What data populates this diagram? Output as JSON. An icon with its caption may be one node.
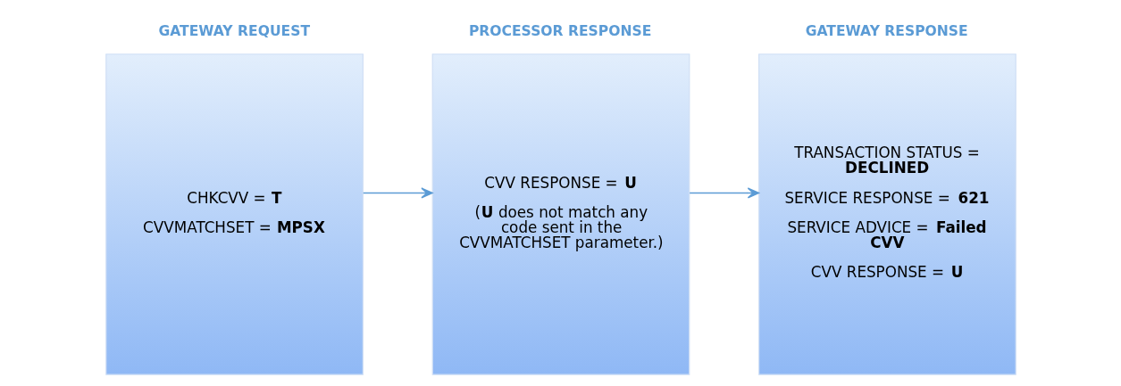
{
  "diagram": {
    "nodes": [
      {
        "text": [
          "GATEWAY REQUEST",
          "CHKCVV = **T**",
          "CVVMATCHSET = **MPSX**"
        ]
      },
      {
        "text": [
          "PROCESSOR RESPONSE",
          "CVV RESPONSE = **U**",
          "(**U** does not match any code sent in the CVVMATCHSET parameter.)"
        ]
      },
      {
        "text": [
          "GATEWAY RESPONSE",
          "TRANSACTION STATUS = **DECLINED**",
          "SERVICE RESPONSE = **621**",
          "SERVICE ADVICE = **Failed CVV**",
          "CVV RESPONSE = **U**"
        ]
      }
    ],
    "edges": [
      {
        "from": 0,
        "to": 1,
        "arrow": "to"
      },
      {
        "from": 1,
        "to": 2,
        "arrow": "to"
      }
    ]
  }
}
